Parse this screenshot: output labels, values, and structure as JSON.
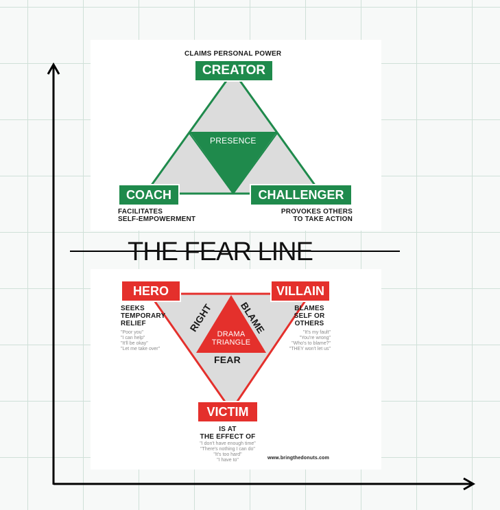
{
  "empowerment": {
    "top_caption": "CLAIMS PERSONAL POWER",
    "creator": "CREATOR",
    "presence": "PRESENCE",
    "coach": "COACH",
    "challenger": "CHALLENGER",
    "coach_desc_1": "FACILITATES",
    "coach_desc_2": "SELF-EMPOWERMENT",
    "challenger_desc_1": "PROVOKES OTHERS",
    "challenger_desc_2": "TO TAKE ACTION",
    "green": "#1f8a4c"
  },
  "fear_line": {
    "label": "THE FEAR LINE"
  },
  "drama": {
    "hero": "HERO",
    "villain": "VILLAIN",
    "victim": "VICTIM",
    "right": "RIGHT",
    "blame": "BLAME",
    "fear": "FEAR",
    "center_1": "DRAMA",
    "center_2": "TRIANGLE",
    "hero_desc": [
      "SEEKS",
      "TEMPORARY",
      "RELIEF"
    ],
    "villain_desc": [
      "BLAMES",
      "SELF OR",
      "OTHERS"
    ],
    "victim_desc": [
      "IS AT",
      "THE EFFECT OF"
    ],
    "hero_quotes": [
      "\"Poor you\"",
      "\"I can help\"",
      "\"It'll be okay\"",
      "\"Let me take over\""
    ],
    "villain_quotes": [
      "\"It's my fault\"",
      "\"You're wrong\"",
      "\"Who's to blame?\"",
      "\"THEY won't let us\""
    ],
    "victim_quotes": [
      "\"I don't have enough time\"",
      "\"There's nothing I can do\"",
      "\"It's too hard\"",
      "\"I have to\""
    ],
    "website": "www.bringthedonuts.com",
    "red": "#e4302c"
  }
}
